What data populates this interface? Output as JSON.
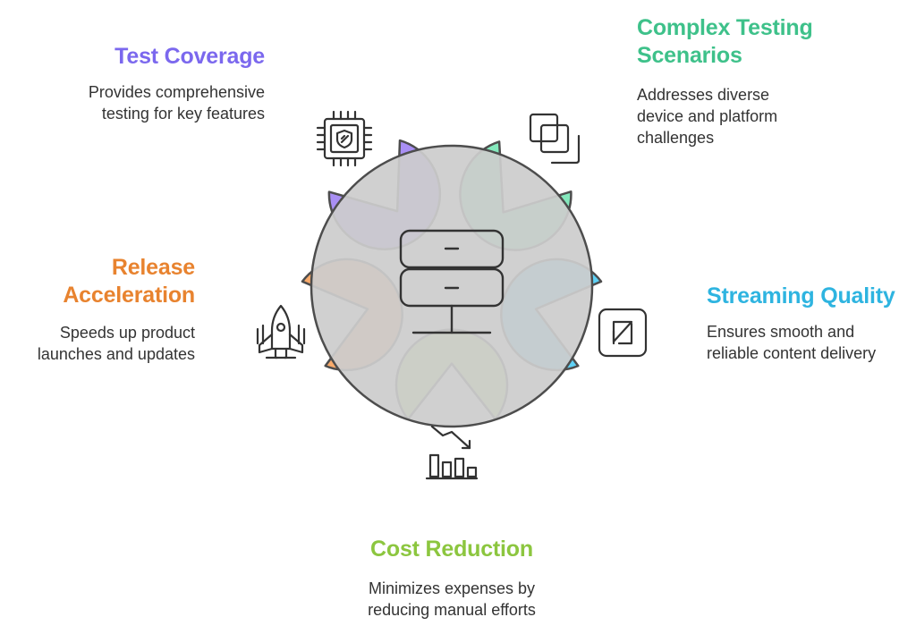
{
  "colors": {
    "outline": "#4d4d4d",
    "center_fill": "#cccccc",
    "icon_stroke": "#333333"
  },
  "center": {
    "icon": "server-stack-icon"
  },
  "items": [
    {
      "key": "test-coverage",
      "title_lines": [
        "Test Coverage"
      ],
      "desc_lines": [
        "Provides comprehensive",
        "testing for key features"
      ],
      "color": "#7b68ee",
      "fill": "#a98ff4",
      "icon": "shield-chip-icon"
    },
    {
      "key": "complex-testing-scenarios",
      "title_lines": [
        "Complex Testing",
        "Scenarios"
      ],
      "desc_lines": [
        "Addresses diverse",
        "device and platform",
        "challenges"
      ],
      "color": "#3ec18a",
      "fill": "#84e8bc",
      "icon": "layers-icon"
    },
    {
      "key": "streaming-quality",
      "title_lines": [
        "Streaming Quality"
      ],
      "desc_lines": [
        "Ensures smooth and",
        "reliable content delivery"
      ],
      "color": "#2eb4e0",
      "fill": "#5fd1f5",
      "icon": "zendesk-icon"
    },
    {
      "key": "cost-reduction",
      "title_lines": [
        "Cost Reduction"
      ],
      "desc_lines": [
        "Minimizes expenses by",
        "reducing manual efforts"
      ],
      "color": "#8cc63f",
      "fill": "#bfe885",
      "icon": "chart-down-icon"
    },
    {
      "key": "release-acceleration",
      "title_lines": [
        "Release",
        "Acceleration"
      ],
      "desc_lines": [
        "Speeds up product",
        "launches and updates"
      ],
      "color": "#e8832f",
      "fill": "#f9ab6c",
      "icon": "rocket-icon"
    }
  ]
}
